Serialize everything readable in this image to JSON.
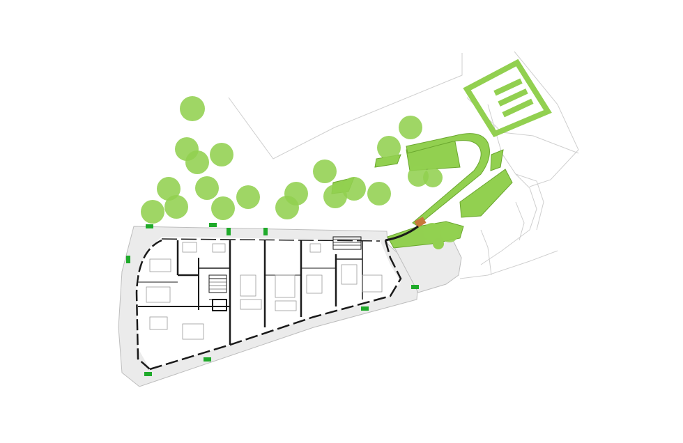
{
  "colors": {
    "background": "#ffffff",
    "tree": "#92d050",
    "lawn": "#92d050",
    "lawn_edge": "#6aa72e",
    "terrace": "#e8e8e8",
    "wall": "#1a1a1a",
    "thin_line": "#c8c8c8",
    "accent_green": "#1faa2a",
    "wood": "#c8783a"
  },
  "legend": {},
  "trees": [
    {
      "id": "t1"
    },
    {
      "id": "t2"
    },
    {
      "id": "t3"
    },
    {
      "id": "t4"
    },
    {
      "id": "t5"
    },
    {
      "id": "t6"
    },
    {
      "id": "t7"
    },
    {
      "id": "t8"
    },
    {
      "id": "t9"
    },
    {
      "id": "t10"
    },
    {
      "id": "t11"
    },
    {
      "id": "t12"
    },
    {
      "id": "t13"
    },
    {
      "id": "t14"
    },
    {
      "id": "t15"
    },
    {
      "id": "t16"
    },
    {
      "id": "t17"
    },
    {
      "id": "t18"
    },
    {
      "id": "t19"
    },
    {
      "id": "t20"
    },
    {
      "id": "t21"
    },
    {
      "id": "t22"
    }
  ]
}
